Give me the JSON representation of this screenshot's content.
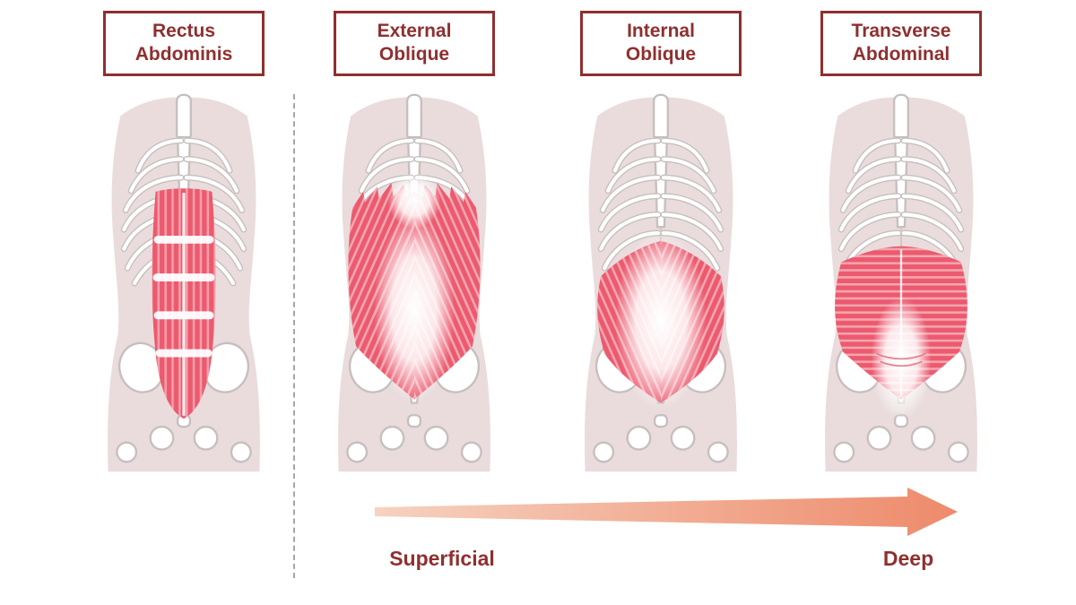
{
  "panels": [
    {
      "label_line1": "Rectus",
      "label_line2": "Abdominis"
    },
    {
      "label_line1": "External",
      "label_line2": "Oblique"
    },
    {
      "label_line1": "Internal",
      "label_line2": "Oblique"
    },
    {
      "label_line1": "Transverse",
      "label_line2": "Abdominal"
    }
  ],
  "depth_axis": {
    "left_label": "Superficial",
    "right_label": "Deep"
  },
  "colors": {
    "accent": "#8F2F2F",
    "muscle": "#EC5A6E",
    "torso_bg": "#EADCDC",
    "bone_outline": "#C6BFBF",
    "divider": "#ABA4A4",
    "arrow_start": "#F6D2C0",
    "arrow_end": "#EE8A6B"
  }
}
